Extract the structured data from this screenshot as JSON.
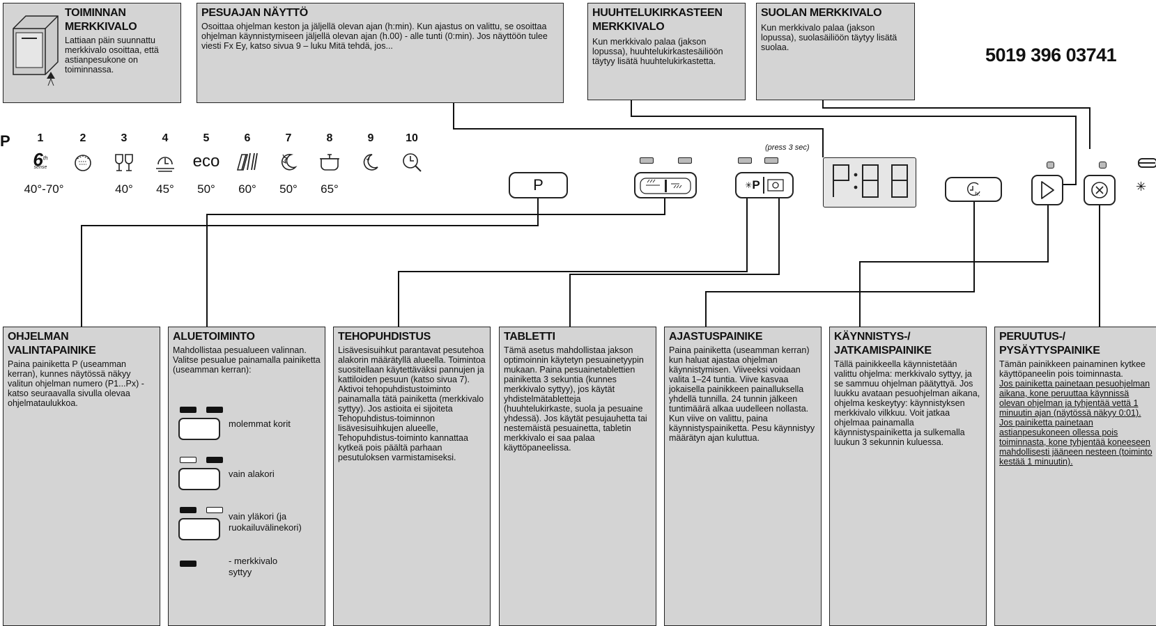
{
  "part_number": "5019 396 03741",
  "top_boxes": [
    {
      "title": "TOIMINNAN MERKKIVALO",
      "text": "Lattiaan päin suunnattu merkkivalo osoittaa, että astianpesukone on toiminnassa."
    },
    {
      "title": "PESUAJAN NÄYTTÖ",
      "text": "Osoittaa ohjelman keston ja jäljellä olevan ajan (h:min). Kun ajastus on valittu, se osoittaa ohjelman käynnistymiseen jäljellä olevan ajan (h.00) - alle tunti (0:min). Jos näyttöön tulee viesti Fx Ey, katso sivua 9 – luku Mitä tehdä, jos..."
    },
    {
      "title": "HUUHTELUKIRKASTEEN MERKKIVALO",
      "text": "Kun merkkivalo palaa (jakson lopussa), huuhtelukirkastesäiliöön täytyy lisätä huuhtelukirkastetta."
    },
    {
      "title": "SUOLAN MERKKIVALO",
      "text": "Kun merkkivalo palaa (jakson lopussa), suolasäiliöön täytyy lisätä suolaa."
    }
  ],
  "programs": {
    "p_label": "P",
    "sense_label": "sense",
    "items": [
      {
        "num": "1",
        "icon": "6th-sense-icon",
        "temp": "40°-70°"
      },
      {
        "num": "2",
        "icon": "rinse-icon",
        "temp": ""
      },
      {
        "num": "3",
        "icon": "glasses-icon",
        "temp": "40°"
      },
      {
        "num": "4",
        "icon": "plate-icon",
        "temp": "45°"
      },
      {
        "num": "5",
        "icon": "eco-icon",
        "glyph": "eco",
        "temp": "50°"
      },
      {
        "num": "6",
        "icon": "plates-cutlery-icon",
        "temp": "60°"
      },
      {
        "num": "7",
        "icon": "night-icon",
        "temp": "50°"
      },
      {
        "num": "8",
        "icon": "pot-icon",
        "temp": "65°"
      },
      {
        "num": "9",
        "icon": "night-moon-icon",
        "temp": ""
      },
      {
        "num": "10",
        "icon": "quick-wash-icon",
        "temp": ""
      }
    ]
  },
  "panel": {
    "p_button": "P",
    "press_note": "(press 3 sec)",
    "display": "P:88",
    "tablet_p": "P"
  },
  "bottom_boxes": [
    {
      "title": "OHJELMAN VALINTAPAINIKE",
      "paras": [
        "Paina painiketta P (useamman kerran), kunnes näytössä näkyy valitun ohjelman numero (P1...Px) - katso seuraavalla sivulla olevaa ohjelmataulukkoa."
      ]
    },
    {
      "title": "ALUETOIMINTO",
      "paras": [
        "Mahdollistaa pesualueen valinnan. Valitse pesualue painamalla painiketta (useamman kerran):"
      ],
      "options": [
        "molemmat korit",
        "vain alakori",
        "vain yläkori (ja ruokailuvälinekori)",
        "- merkkivalo syttyy"
      ]
    },
    {
      "title": "TEHOPUHDISTUS",
      "paras": [
        "Lisävesisuihkut parantavat pesutehoa alakorin määrätyllä alueella. Toimintoa suositellaan käytettäväksi pannujen ja kattiloiden pesuun (katso sivua 7). Aktivoi tehopuhdistustoiminto painamalla tätä painiketta (merkkivalo syttyy). Jos astioita ei sijoiteta Tehopuhdistus-toiminnon lisävesisuihkujen alueelle, Tehopuhdistus-toiminto kannattaa kytkeä pois päältä parhaan pesutuloksen varmistamiseksi."
      ]
    },
    {
      "title": "TABLETTI",
      "paras": [
        "Tämä asetus mahdollistaa jakson optimoinnin käytetyn pesuainetyypin mukaan. Paina pesuainetablettien painiketta 3 sekuntia (kunnes merkkivalo syttyy), jos käytät yhdistelmätabletteja (huuhtelukirkaste, suola ja pesuaine yhdessä). Jos käytät pesujauhetta tai nestemäistä pesuainetta, tabletin merkkivalo ei saa palaa käyttöpaneelissa."
      ]
    },
    {
      "title": "AJASTUSPAINIKE",
      "paras": [
        "Paina painiketta (useamman kerran) kun haluat ajastaa ohjelman käynnistymisen. Viiveeksi voidaan valita 1–24 tuntia. Viive kasvaa jokaisella painikkeen painalluksella yhdellä tunnilla. 24 tunnin jälkeen tuntimäärä alkaa uudelleen nollasta. Kun viive on valittu, paina käynnistyspainiketta. Pesu käynnistyy määrätyn ajan kuluttua."
      ]
    },
    {
      "title": "KÄYNNISTYS-/ JATKAMISPAINIKE",
      "paras": [
        "Tällä painikkeella käynnistetään valittu ohjelma: merkkivalo syttyy, ja se sammuu ohjelman päätyttyä. Jos luukku avataan pesuohjelman aikana, ohjelma keskeytyy: käynnistyksen merkkivalo vilkkuu. Voit jatkaa ohjelmaa painamalla käynnistyspainiketta ja sulkemalla luukun 3 sekunnin kuluessa."
      ]
    },
    {
      "title": "PERUUTUS-/ PYSÄYTYSPAINIKE",
      "paras": [
        "Tämän painikkeen painaminen kytkee käyttöpaneelin pois toiminnasta."
      ],
      "underlined": [
        "Jos painiketta painetaan pesuohjelman aikana, kone peruuttaa käynnissä olevan ohjelman ja tyhjentää vettä 1 minuutin ajan (näytössä näkyy 0:01).",
        "Jos painiketta painetaan astianpesukoneen ollessa pois toiminnasta, kone tyhjentää koneeseen mahdollisesti jääneen nesteen (toiminto kestää 1 minuutin)."
      ]
    }
  ]
}
